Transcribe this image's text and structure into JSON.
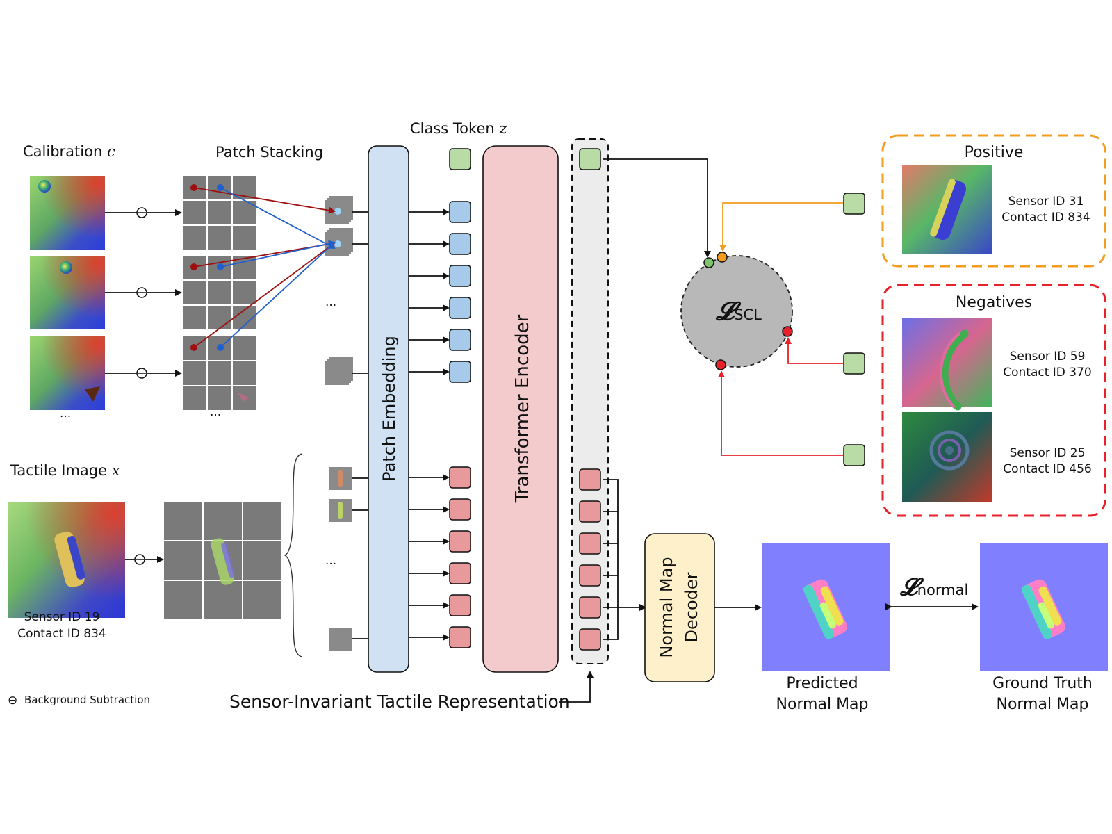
{
  "calibration": {
    "label": "Calibration",
    "symbol": "c",
    "more": "..."
  },
  "patch_stacking": {
    "label": "Patch Stacking",
    "more": "...",
    "tokens_more": "..."
  },
  "tactile_image": {
    "label": "Tactile Image",
    "symbol": "x",
    "sensor": "Sensor ID 19",
    "contact": "Contact ID 834",
    "tokens_more": "..."
  },
  "class_token": {
    "label": "Class Token",
    "symbol": "z"
  },
  "patch_embedding": {
    "label": "Patch Embedding"
  },
  "transformer_encoder": {
    "label": "Transformer Encoder"
  },
  "normal_decoder": {
    "line1": "Normal Map",
    "line2": "Decoder"
  },
  "representation_label": "Sensor-Invariant Tactile Representation",
  "background_subtraction": {
    "symbol": "⊖",
    "label": "Background Subtraction"
  },
  "scl_loss": {
    "symbol": "𝓛",
    "subscript": "SCL"
  },
  "normal_loss": {
    "symbol": "𝓛",
    "subscript": "normal"
  },
  "positive": {
    "title": "Positive",
    "sensor": "Sensor ID 31",
    "contact": "Contact ID 834"
  },
  "negatives": {
    "title": "Negatives",
    "items": [
      {
        "sensor": "Sensor ID 59",
        "contact": "Contact ID 370"
      },
      {
        "sensor": "Sensor ID 25",
        "contact": "Contact ID 456"
      }
    ]
  },
  "predicted": {
    "line1": "Predicted",
    "line2": "Normal Map"
  },
  "ground_truth": {
    "line1": "Ground Truth",
    "line2": "Normal Map"
  },
  "colors": {
    "class_token": "#b9dba5",
    "patch_token": "#a7c9ea",
    "tactile_token": "#e8999b",
    "patch_embedding": "#cfe1f3",
    "transformer": "#f4cbcc",
    "decoder": "#fdf0ca",
    "positive_border": "#f39c1e",
    "negative_border": "#e8202a",
    "normal_map_bg": "#8080ff",
    "calib_arrow": "#9e1010",
    "patch_arrow": "#1f5fd0"
  }
}
